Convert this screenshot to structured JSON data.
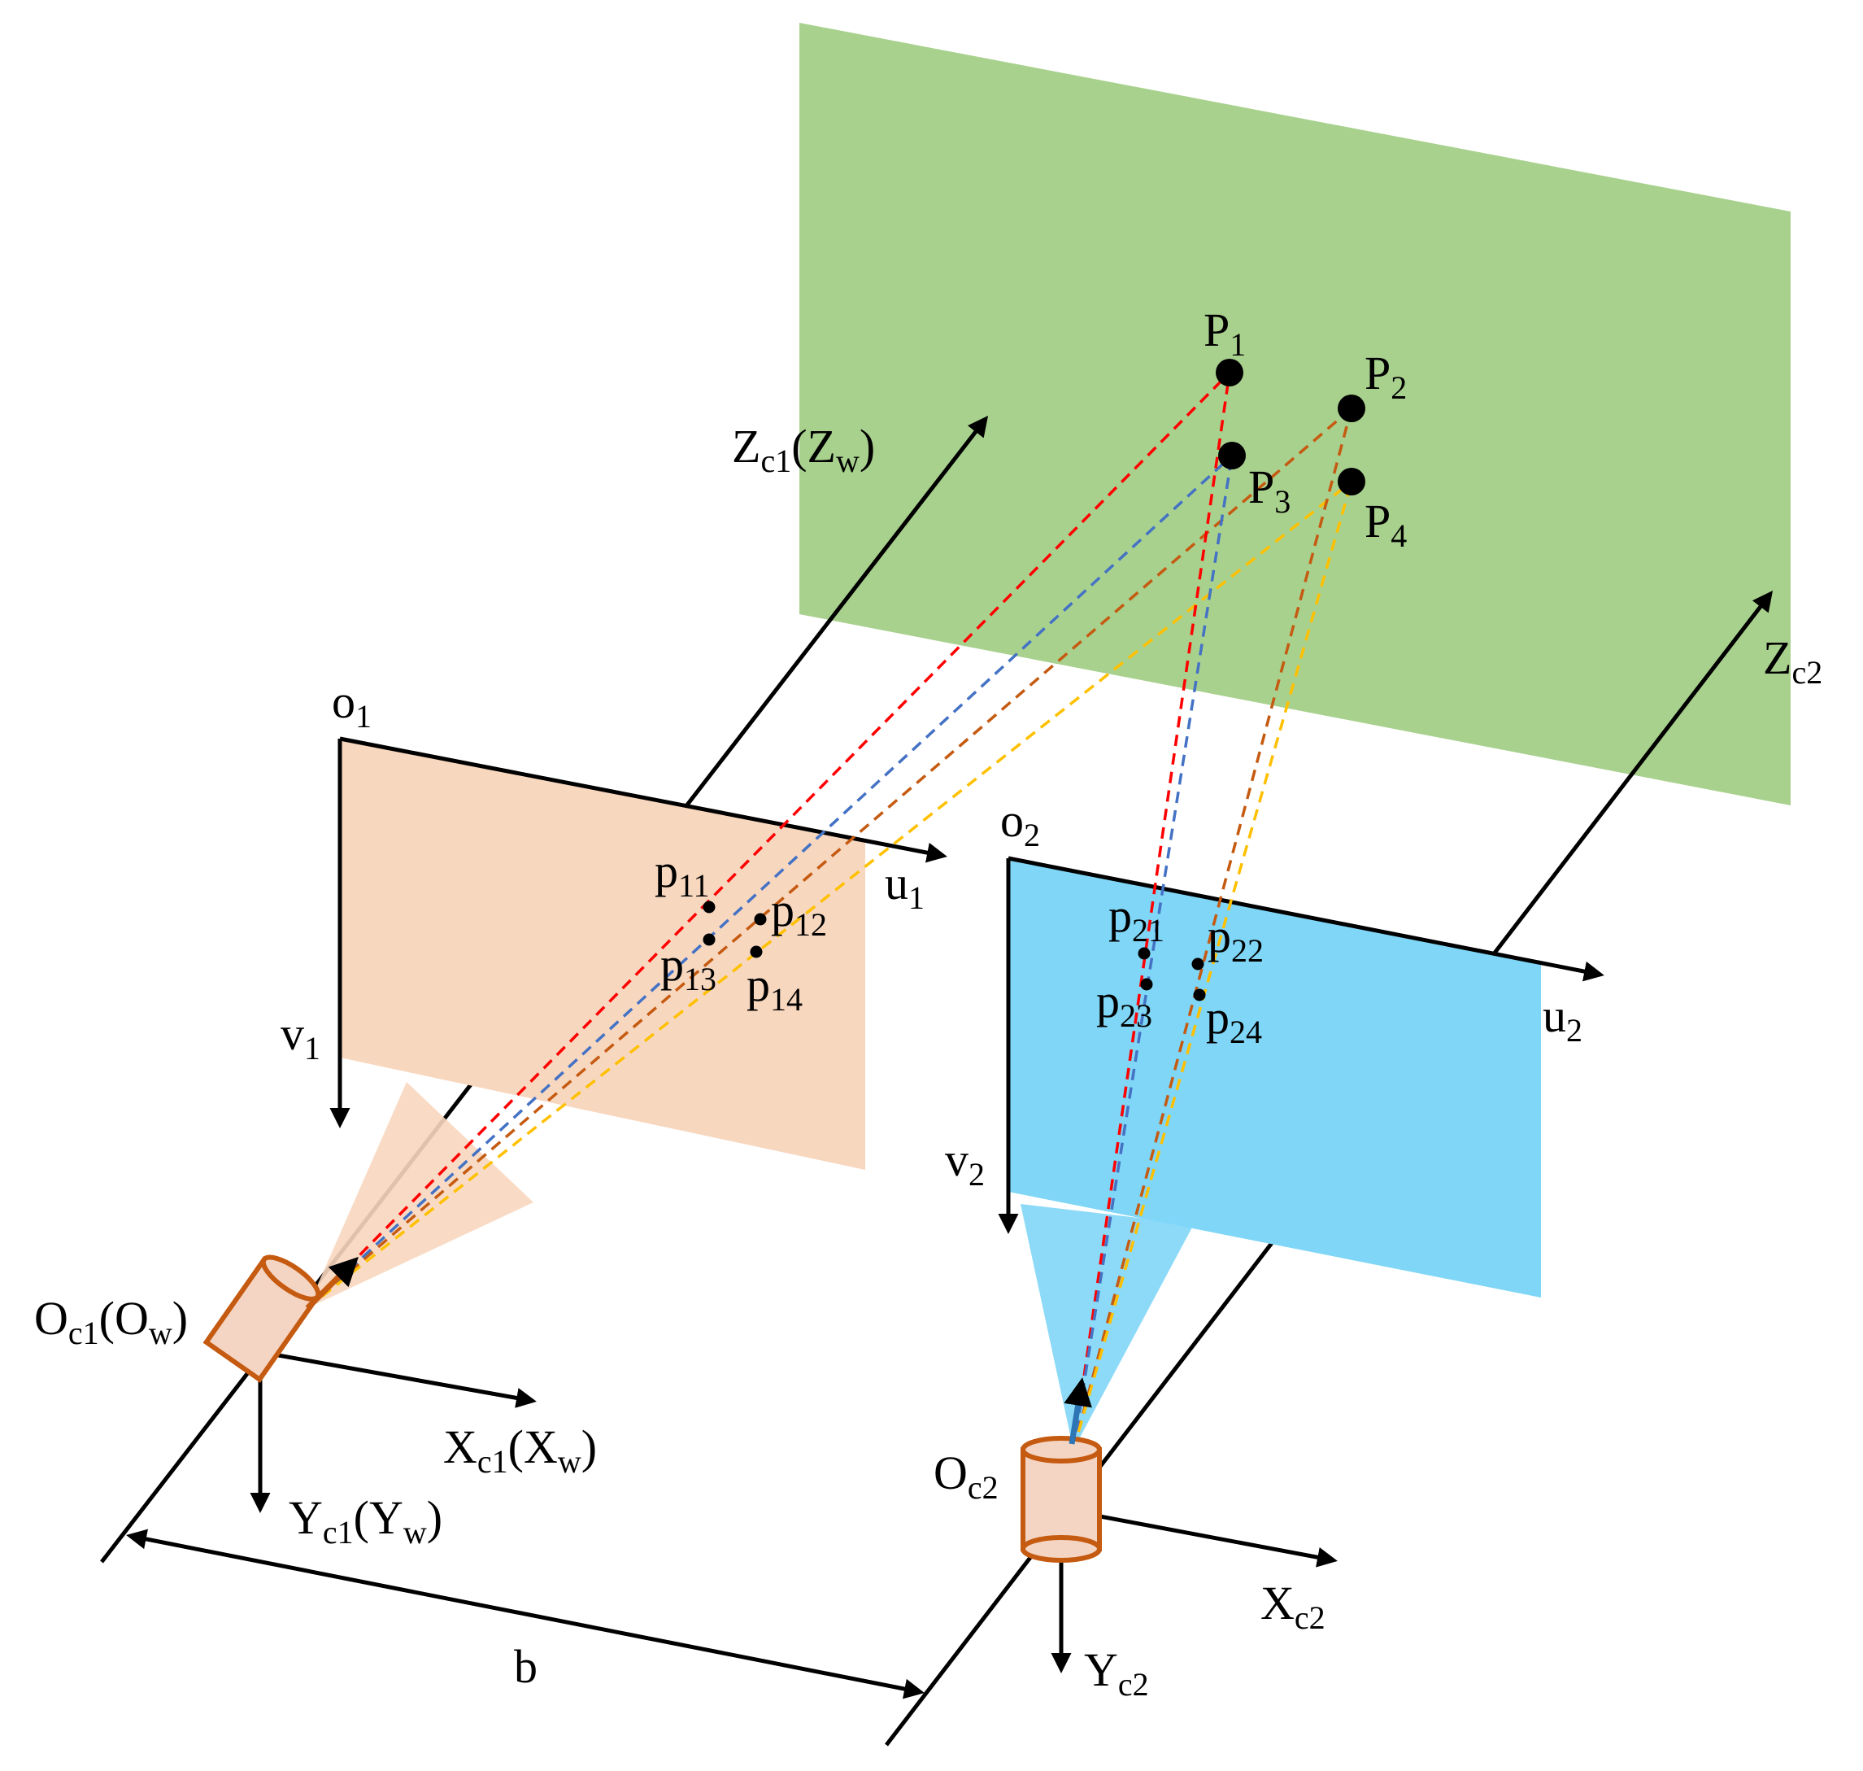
{
  "colors": {
    "target_plane": "#a9d18e",
    "image_plane_1": "#f8d7bf",
    "image_plane_2": "#7fd6f7",
    "camera_body": "#f4d5c3",
    "camera_outline": "#c55a11",
    "ray_p1": "#ff0000",
    "ray_p2": "#c55a11",
    "ray_p3": "#4472c4",
    "ray_p4": "#ffc000"
  },
  "labels": {
    "P1": {
      "base": "P",
      "sub": "1"
    },
    "P2": {
      "base": "P",
      "sub": "2"
    },
    "P3": {
      "base": "P",
      "sub": "3"
    },
    "P4": {
      "base": "P",
      "sub": "4"
    },
    "Zc1": {
      "base": "Z",
      "sub": "c1",
      "paren_open": "(Z",
      "paren_sub": "w",
      "paren_close": ")"
    },
    "Zc2": {
      "base": "Z",
      "sub": "c2"
    },
    "o1": {
      "base": "o",
      "sub": "1"
    },
    "o2": {
      "base": "o",
      "sub": "2"
    },
    "u1": {
      "base": "u",
      "sub": "1"
    },
    "u2": {
      "base": "u",
      "sub": "2"
    },
    "v1": {
      "base": "v",
      "sub": "1"
    },
    "v2": {
      "base": "v",
      "sub": "2"
    },
    "p11": {
      "base": "p",
      "sub": "11"
    },
    "p12": {
      "base": "p",
      "sub": "12"
    },
    "p13": {
      "base": "p",
      "sub": "13"
    },
    "p14": {
      "base": "p",
      "sub": "14"
    },
    "p21": {
      "base": "p",
      "sub": "21"
    },
    "p22": {
      "base": "p",
      "sub": "22"
    },
    "p23": {
      "base": "p",
      "sub": "23"
    },
    "p24": {
      "base": "p",
      "sub": "24"
    },
    "Oc1": {
      "base": "O",
      "sub": "c1",
      "paren_open": "(O",
      "paren_sub": "w",
      "paren_close": ")"
    },
    "Oc2": {
      "base": "O",
      "sub": "c2"
    },
    "Xc1": {
      "base": "X",
      "sub": "c1",
      "paren_open": "(X",
      "paren_sub": "w",
      "paren_close": ")"
    },
    "Xc2": {
      "base": "X",
      "sub": "c2"
    },
    "Yc1": {
      "base": "Y",
      "sub": "c1",
      "paren_open": "(Y",
      "paren_sub": "w",
      "paren_close": ")"
    },
    "Yc2": {
      "base": "Y",
      "sub": "c2"
    },
    "b": {
      "base": "b"
    }
  }
}
